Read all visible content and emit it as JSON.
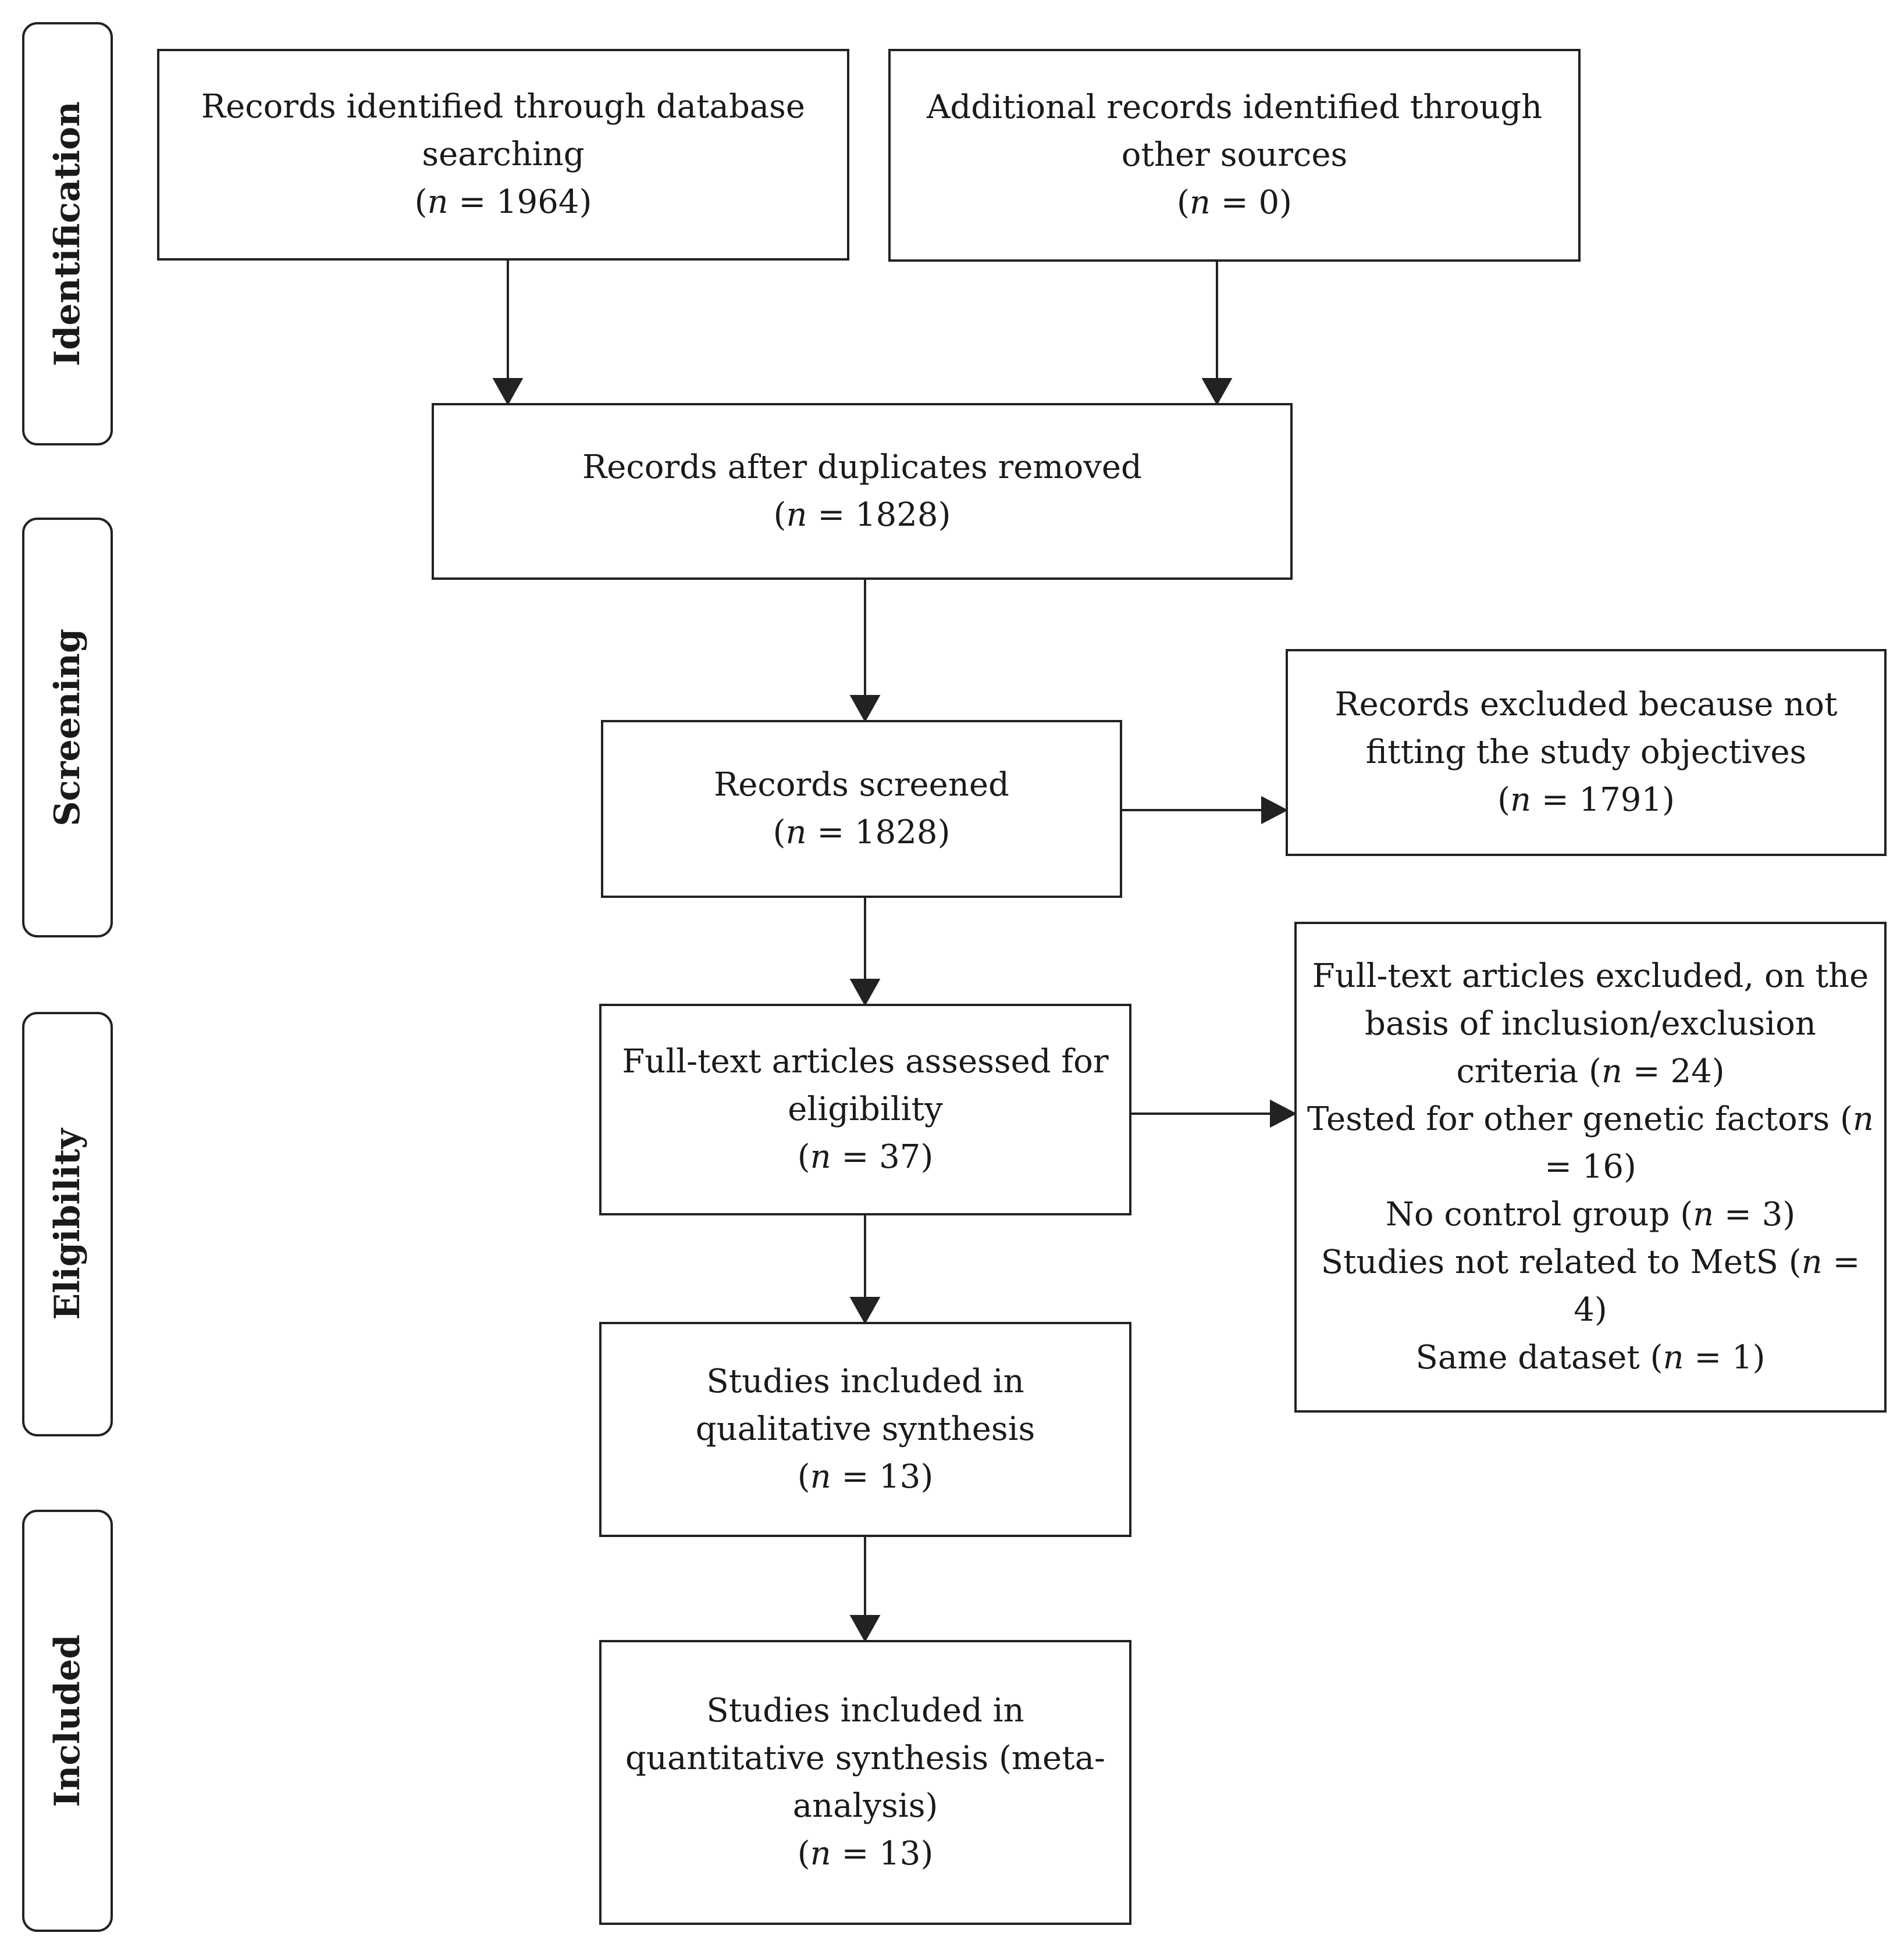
{
  "phases": [
    {
      "id": "identification",
      "label": "Identification"
    },
    {
      "id": "screening",
      "label": "Screening"
    },
    {
      "id": "eligibility",
      "label": "Eligibility"
    },
    {
      "id": "included",
      "label": "Included"
    }
  ],
  "boxes": {
    "database_search": {
      "lines": [
        "Records identified through database",
        "searching"
      ],
      "n": "1964"
    },
    "other_sources": {
      "lines": [
        "Additional records identified through",
        "other sources"
      ],
      "n": "0"
    },
    "duplicates_removed": {
      "lines": [
        "Records after duplicates  removed"
      ],
      "n": "1828"
    },
    "screened": {
      "lines": [
        "Records screened"
      ],
      "n": "1828"
    },
    "excluded_objectives": {
      "lines": [
        "Records excluded because not",
        "fitting the study objectives"
      ],
      "n": "1791"
    },
    "fulltext_assessed": {
      "lines": [
        "Full-text articles assessed for",
        "eligibility"
      ],
      "n": "37"
    },
    "fulltext_excluded": {
      "lines": [
        "Full-text articles excluded, on the",
        "basis of inclusion/exclusion",
        "criteria (n = 24)",
        "Tested for other genetic factors (n",
        "= 16)",
        "No control group (n = 3)",
        "Studies not related to MetS (n =",
        "4)",
        "Same  dataset (n = 1)"
      ]
    },
    "qualitative": {
      "lines": [
        "Studies included in",
        "qualitative synthesis"
      ],
      "n": "13"
    },
    "quantitative": {
      "lines": [
        "Studies included in",
        "quantitative synthesis (meta-",
        "analysis)"
      ],
      "n": "13"
    }
  },
  "n_prefix": "n",
  "colors": {
    "stroke": "#222222",
    "background": "#ffffff"
  }
}
